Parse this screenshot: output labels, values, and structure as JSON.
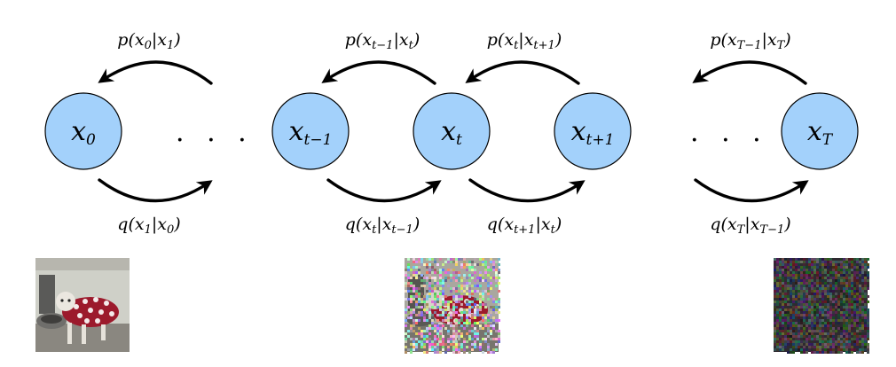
{
  "nodes": [
    {
      "base": "x",
      "sub": "0"
    },
    {
      "base": "x",
      "sub": "t−1"
    },
    {
      "base": "x",
      "sub": "t"
    },
    {
      "base": "x",
      "sub": "t+1"
    },
    {
      "base": "x",
      "sub": "T"
    }
  ],
  "ellipsis": "· · ·",
  "reverse_labels": [
    {
      "fn": "p",
      "a": "x",
      "a_sub": "0",
      "b": "x",
      "b_sub": "1"
    },
    {
      "fn": "p",
      "a": "x",
      "a_sub": "t−1",
      "b": "x",
      "b_sub": "t"
    },
    {
      "fn": "p",
      "a": "x",
      "a_sub": "t",
      "b": "x",
      "b_sub": "t+1"
    },
    {
      "fn": "p",
      "a": "x",
      "a_sub": "T−1",
      "b": "x",
      "b_sub": "T"
    }
  ],
  "forward_labels": [
    {
      "fn": "q",
      "a": "x",
      "a_sub": "1",
      "b": "x",
      "b_sub": "0"
    },
    {
      "fn": "q",
      "a": "x",
      "a_sub": "t",
      "b": "x",
      "b_sub": "t−1"
    },
    {
      "fn": "q",
      "a": "x",
      "a_sub": "t+1",
      "b": "x",
      "b_sub": "t"
    },
    {
      "fn": "q",
      "a": "x",
      "a_sub": "T",
      "b": "x",
      "b_sub": "T−1"
    }
  ],
  "images": [
    {
      "name": "clean-dog-photo",
      "noise": 0.0
    },
    {
      "name": "partially-noised-dog-photo",
      "noise": 0.55
    },
    {
      "name": "pure-noise-image",
      "noise": 1.0
    }
  ],
  "colors": {
    "node_fill": "#a3d1fb",
    "dog_sweater": "#9c1a2c",
    "wall": "#cfd0c8"
  }
}
